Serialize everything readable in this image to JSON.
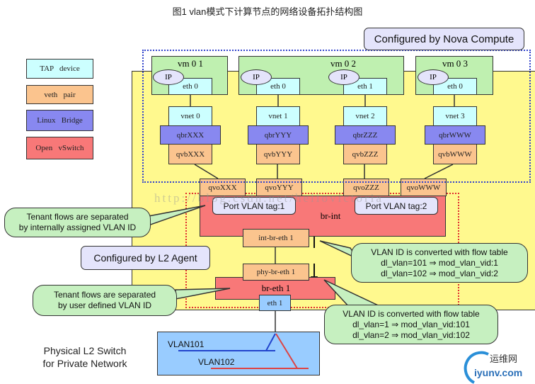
{
  "title": "图1 vlan模式下计算节点的网络设备拓扑结构图",
  "legend": [
    {
      "label": "TAP   device",
      "kind": "tap",
      "color": "#ccffff"
    },
    {
      "label": "veth   pair",
      "kind": "veth",
      "color": "#fbc48e"
    },
    {
      "label": "Linux   Bridge",
      "kind": "linux-bridge",
      "color": "#8888f0"
    },
    {
      "label": "Open   vSwitch",
      "kind": "open-vswitch",
      "color": "#f87878"
    }
  ],
  "regions": {
    "nova": "Configured by Nova Compute",
    "l2agent": "Configured by L2 Agent"
  },
  "vms": [
    {
      "name": "vm 0 1",
      "ifaces": [
        {
          "ip": "IP",
          "eth": "eth 0"
        }
      ]
    },
    {
      "name": "vm 0 2",
      "ifaces": [
        {
          "ip": "IP",
          "eth": "eth 0"
        },
        {
          "ip": "IP",
          "eth": "eth 1"
        }
      ]
    },
    {
      "name": "vm 0 3",
      "ifaces": [
        {
          "ip": "IP",
          "eth": "eth 0"
        }
      ]
    }
  ],
  "chains": [
    {
      "vnet": "vnet 0",
      "qbr": "qbrXXX",
      "qvb": "qvbXXX",
      "qvo": "qvoXXX"
    },
    {
      "vnet": "vnet 1",
      "qbr": "qbrYYY",
      "qvb": "qvbYYY",
      "qvo": "qvoYYY"
    },
    {
      "vnet": "vnet 2",
      "qbr": "qbrZZZ",
      "qvb": "qvbZZZ",
      "qvo": "qvoZZZ"
    },
    {
      "vnet": "vnet 3",
      "qbr": "qbrWWW",
      "qvb": "qvbWWW",
      "qvo": "qvoWWW"
    }
  ],
  "br_int": {
    "label": "br-int",
    "tag1": "Port VLAN tag:1",
    "tag2": "Port VLAN tag:2",
    "port": "int-br-eth 1"
  },
  "br_eth": {
    "label": "br-eth 1",
    "port": "phy-br-eth 1",
    "nic": "eth 1"
  },
  "callouts": {
    "internal": [
      "Tenant flows are separated",
      "by internally assigned VLAN ID"
    ],
    "user": [
      "Tenant flows are separated",
      "by user defined VLAN ID"
    ],
    "int_conv": [
      "VLAN ID is converted with flow table",
      "dl_vlan=101 ⇒ mod_vlan_vid:1",
      "dl_vlan=102 ⇒ mod_vlan_vid:2"
    ],
    "eth_conv": [
      "VLAN ID is converted with flow table",
      "dl_vlan=1 ⇒ mod_vlan_vid:101",
      "dl_vlan=2 ⇒ mod_vlan_vid:102"
    ]
  },
  "physical": {
    "caption": [
      "Physical L2 Switch",
      "for Private Network"
    ],
    "vlan_a": "VLAN101",
    "vlan_b": "VLAN102"
  },
  "watermark": "http://blog.csdn.net/hellovictoria",
  "logo": {
    "cn": "运维网",
    "en": "iyunv.com"
  }
}
